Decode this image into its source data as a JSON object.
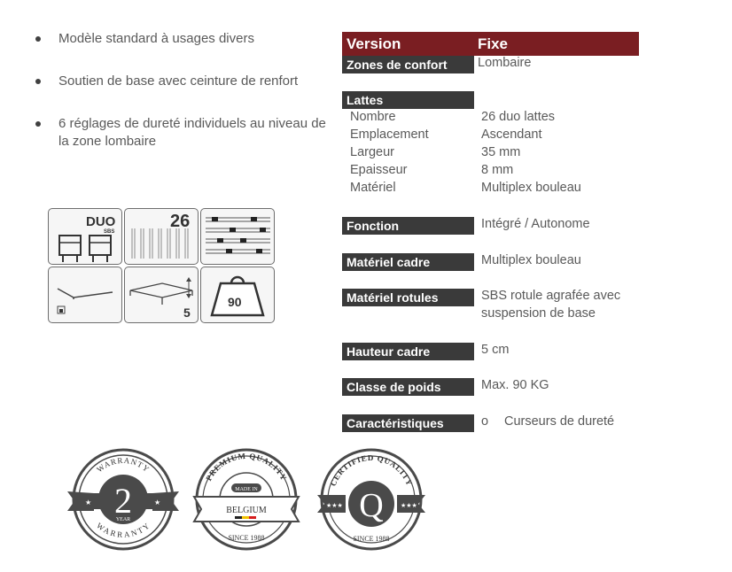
{
  "bullets": [
    "Modèle standard à usages divers",
    "Soutien de base avec ceinture de renfort",
    "6 réglages de dureté individuels au niveau de la zone lombaire"
  ],
  "icons": {
    "duo": {
      "title": "DUO",
      "sub": "SBS"
    },
    "slats_count": "26",
    "height_steps": "5",
    "weight": "90"
  },
  "spec": {
    "header": {
      "label": "Version",
      "value": "Fixe"
    },
    "comfort": {
      "label": "Zones de confort",
      "value": "Lombaire"
    },
    "lattes": {
      "label": "Lattes",
      "items": [
        {
          "label": "Nombre",
          "value": "26 duo lattes"
        },
        {
          "label": "Emplacement",
          "value": "Ascendant"
        },
        {
          "label": "Largeur",
          "value": "35 mm"
        },
        {
          "label": "Epaisseur",
          "value": "8 mm"
        },
        {
          "label": "Matériel",
          "value": "Multiplex bouleau"
        }
      ]
    },
    "fonction": {
      "label": "Fonction",
      "value": "Intégré / Autonome"
    },
    "materiel_cadre": {
      "label": "Matériel cadre",
      "value": "Multiplex bouleau"
    },
    "materiel_rotules": {
      "label": "Matériel rotules",
      "value_line1": "SBS rotule agrafée avec",
      "value_line2": "suspension de base"
    },
    "hauteur_cadre": {
      "label": "Hauteur cadre",
      "value": "5 cm"
    },
    "classe_poids": {
      "label": "Classe de poids",
      "value": "Max. 90 KG"
    },
    "caracteristiques": {
      "label": "Caractéristiques",
      "bullet": "o",
      "value": "Curseurs de dureté"
    }
  },
  "seals": {
    "warranty": {
      "top": "WARRANTY",
      "number": "2",
      "unit": "YEAR",
      "bottom": "WARRANTY"
    },
    "premium": {
      "top": "PREMIUM QUALITY",
      "made": "MADE IN",
      "country": "BELGIUM",
      "since": "SINCE 1988"
    },
    "certified": {
      "top": "CERTIFIED QUALITY",
      "letter": "Q",
      "since": "SINCE 1988"
    }
  },
  "colors": {
    "header_bg": "#7a1e22",
    "label_bg": "#3a3a3a",
    "text": "#595959"
  }
}
